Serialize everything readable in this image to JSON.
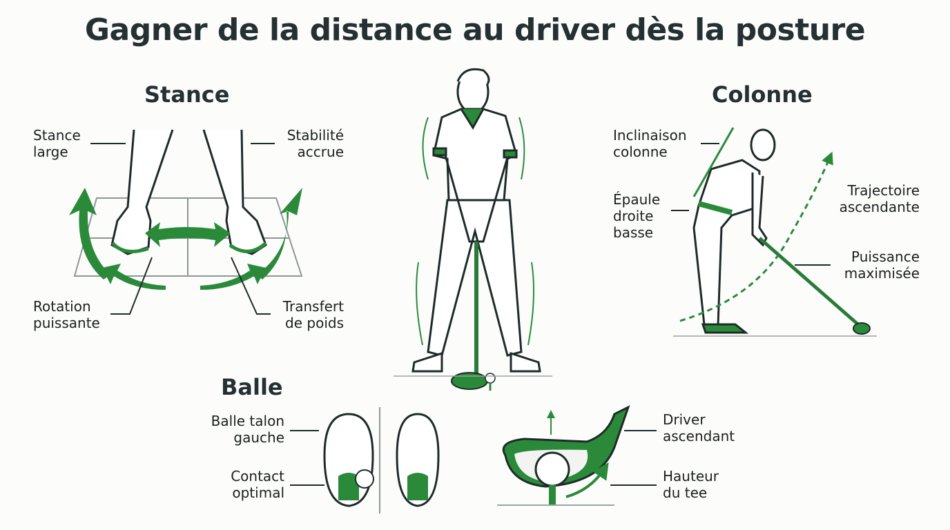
{
  "title": "Gagner de la distance au driver dès la posture",
  "colors": {
    "green": "#2a8a3a",
    "dark": "#253032",
    "line": "#1e2a2a",
    "ground": "#9aa3a3"
  },
  "sections": {
    "stance": {
      "heading": "Stance",
      "labels": [
        {
          "id": "stance-large",
          "line1": "Stance",
          "line2": "large"
        },
        {
          "id": "stabilite-accrue",
          "line1": "Stabilité",
          "line2": "accrue"
        },
        {
          "id": "rotation-puissante",
          "line1": "Rotation",
          "line2": "puissante"
        },
        {
          "id": "transfert-poids",
          "line1": "Transfert",
          "line2": "de poids"
        }
      ]
    },
    "colonne": {
      "heading": "Colonne",
      "labels": [
        {
          "id": "inclinaison-colonne",
          "line1": "Inclinaison",
          "line2": "colonne"
        },
        {
          "id": "epaule-droite-basse",
          "line1": "Épaule",
          "line2": "droite",
          "line3": "basse"
        },
        {
          "id": "trajectoire-ascendante",
          "line1": "Trajectoire",
          "line2": "ascendante"
        },
        {
          "id": "puissance-maximisee",
          "line1": "Puissance",
          "line2": "maximisée"
        }
      ]
    },
    "balle": {
      "heading": "Balle",
      "labels": [
        {
          "id": "balle-talon-gauche",
          "line1": "Balle talon",
          "line2": "gauche"
        },
        {
          "id": "contact-optimal",
          "line1": "Contact",
          "line2": "optimal"
        }
      ]
    },
    "driver": {
      "labels": [
        {
          "id": "driver-ascendant",
          "line1": "Driver",
          "line2": "ascendant"
        },
        {
          "id": "hauteur-tee",
          "line1": "Hauteur",
          "line2": "du tee"
        }
      ]
    }
  }
}
